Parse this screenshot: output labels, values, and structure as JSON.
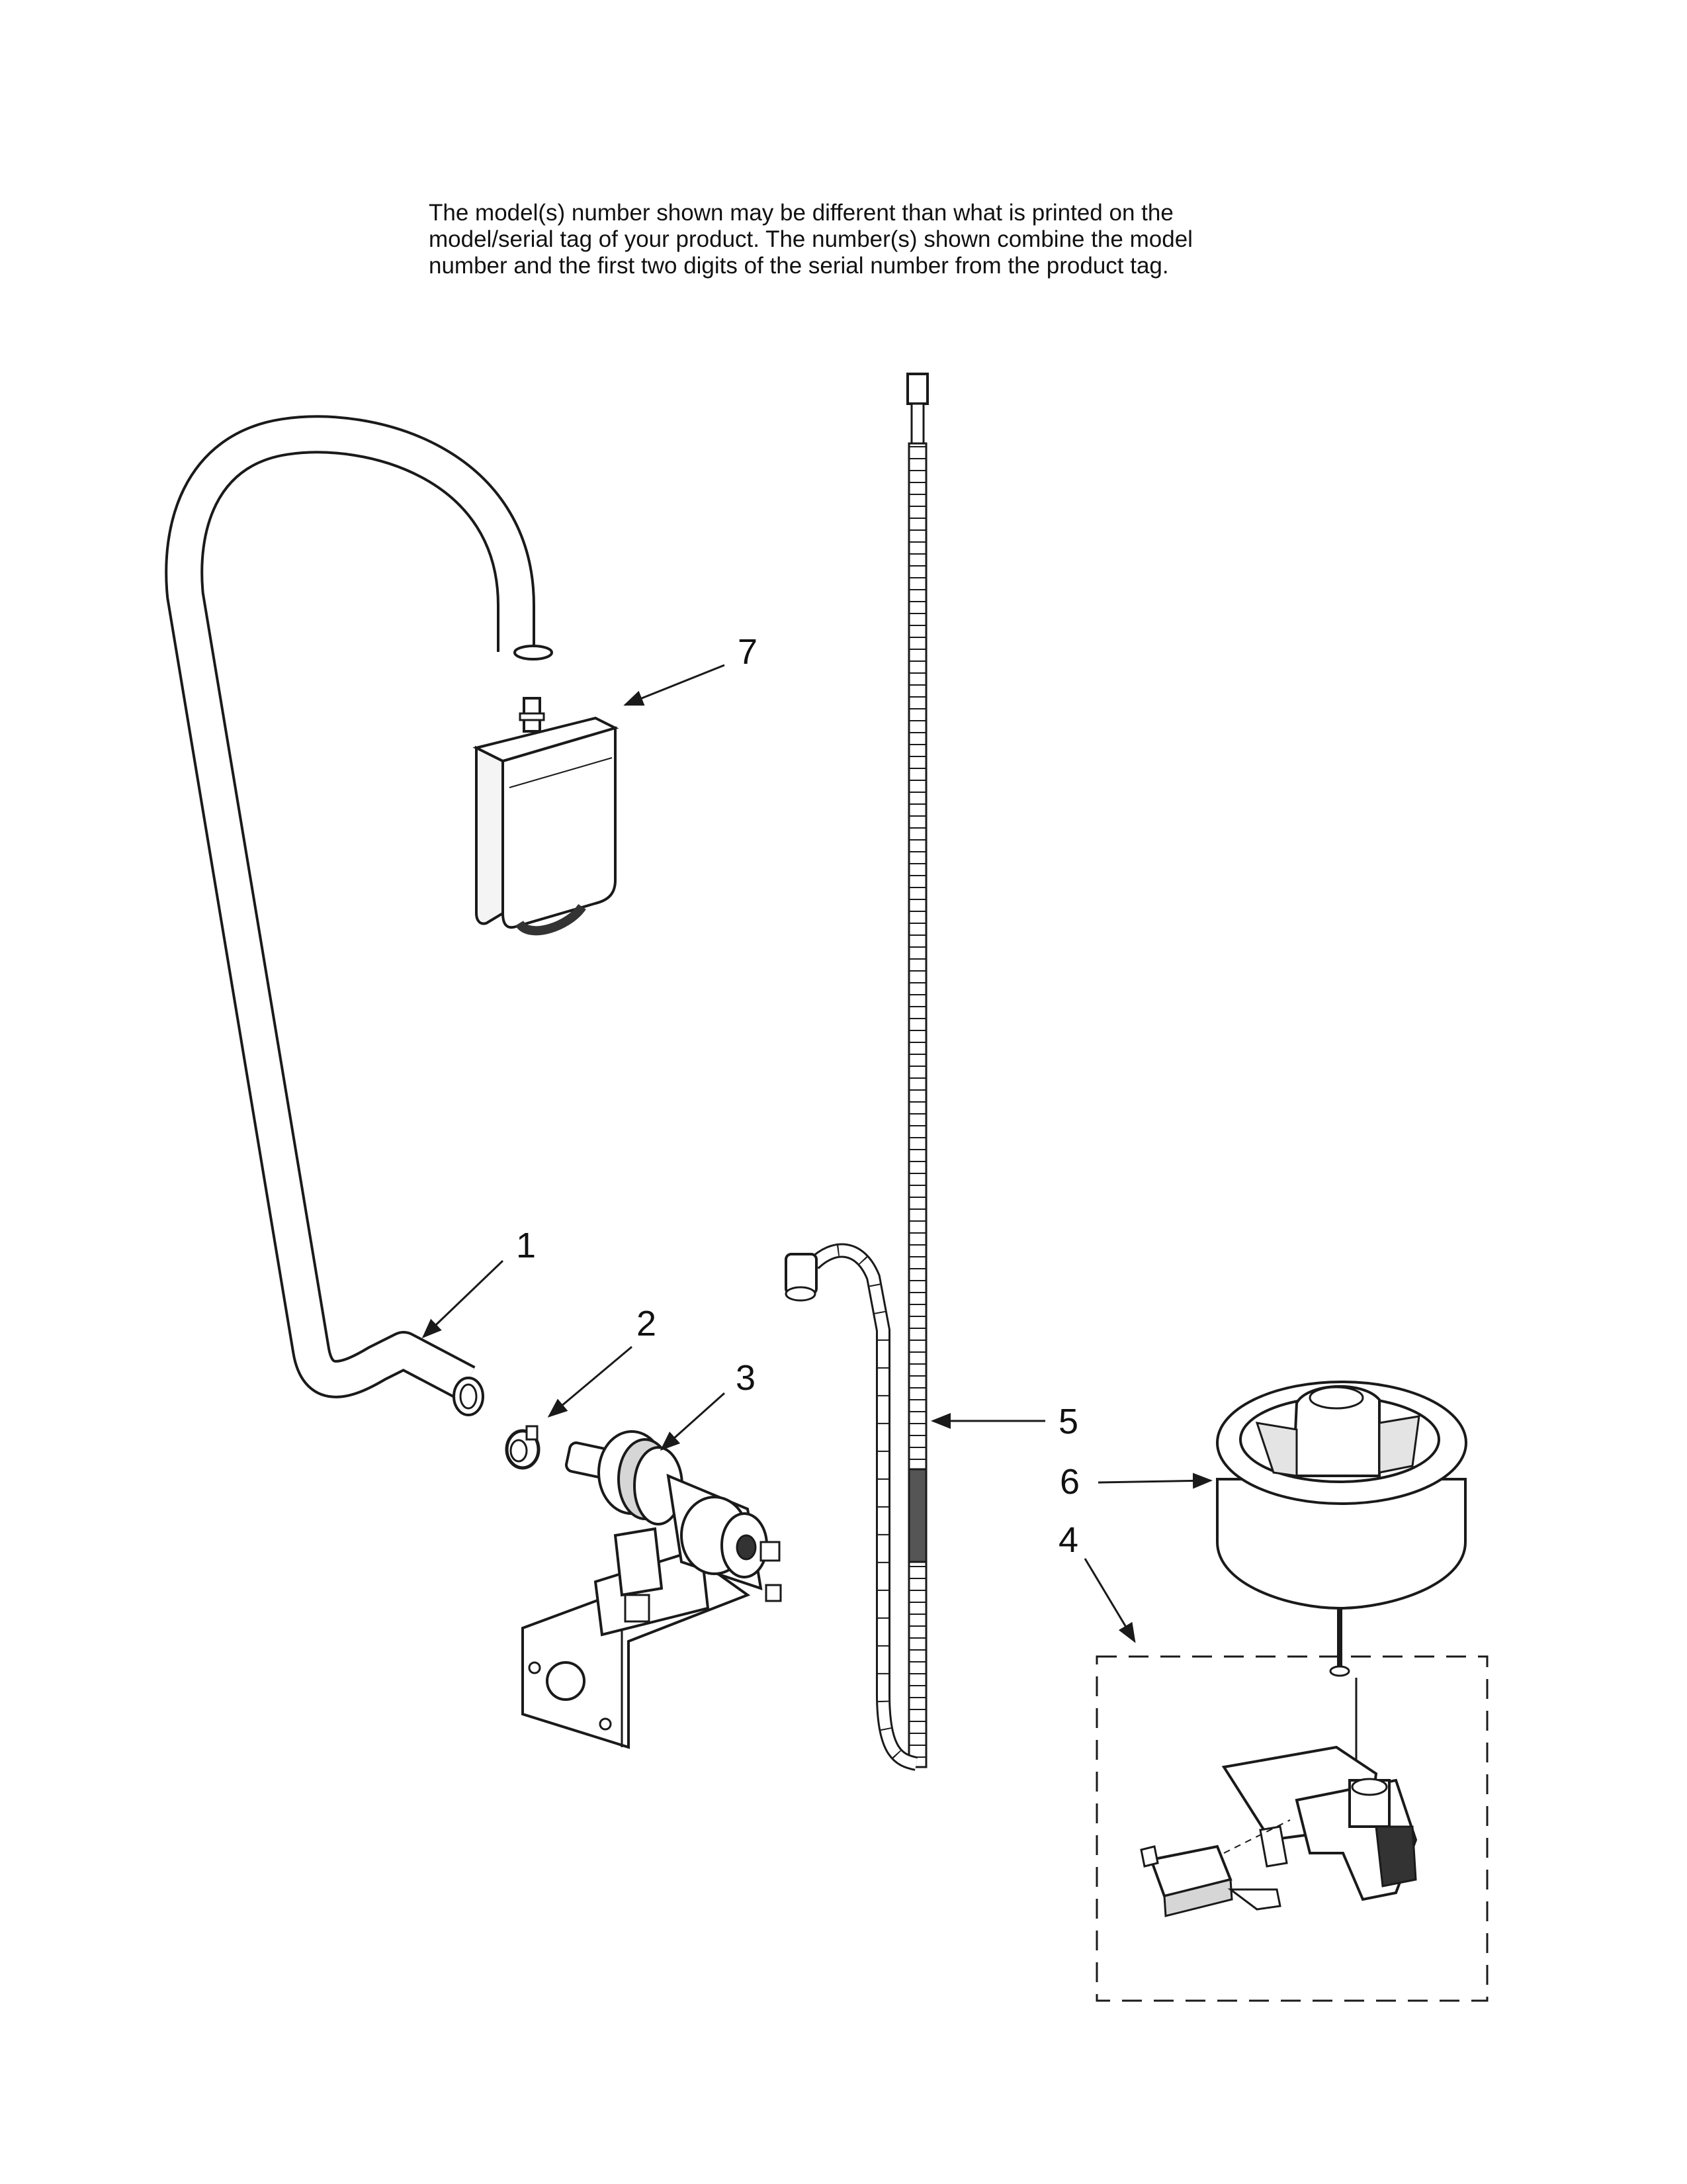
{
  "note": {
    "line1": "The model(s) number shown may be different than what is printed on the",
    "line2": "model/serial tag of your product. The number(s) shown combine the model",
    "line3": "number and the first two digits of the serial number from the product tag."
  },
  "callouts": {
    "c1": "1",
    "c2": "2",
    "c3": "3",
    "c4": "4",
    "c5": "5",
    "c6": "6",
    "c7": "7"
  },
  "colors": {
    "line": "#1a1a1a",
    "shade": "#d6d6d6",
    "dark": "#555555"
  }
}
